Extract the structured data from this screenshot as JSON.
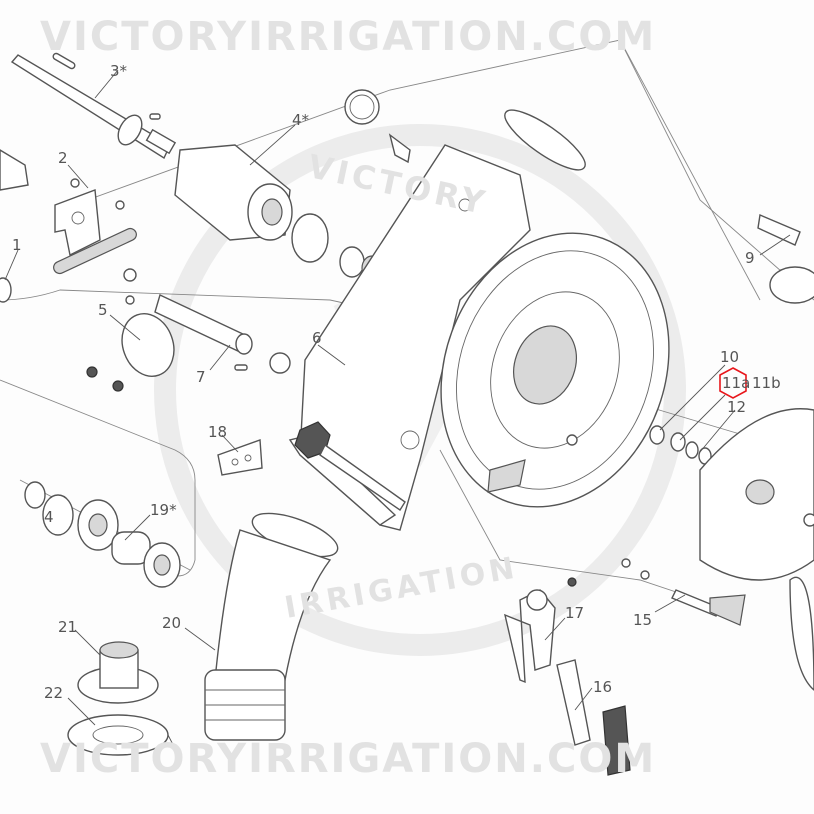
{
  "watermark": {
    "top": "VICTORYIRRIGATION.COM",
    "bottom": "VICTORYIRRIGATION.COM",
    "logo_top": "VICTORY",
    "logo_bottom": "IRRIGATION"
  },
  "callouts": {
    "c1": "1",
    "c2": "2",
    "c3": "3*",
    "c4": "4*",
    "c4b": "4",
    "c5": "5",
    "c6": "6",
    "c7": "7",
    "c9": "9",
    "c10": "10",
    "c11a": "11a",
    "c11b": "11b",
    "c12": "12",
    "c15": "15",
    "c16": "16",
    "c17": "17",
    "c18": "18",
    "c19": "19*",
    "c20": "20",
    "c21": "21",
    "c22": "22"
  },
  "highlight": {
    "callout": "11a",
    "color": "#e8161b"
  }
}
